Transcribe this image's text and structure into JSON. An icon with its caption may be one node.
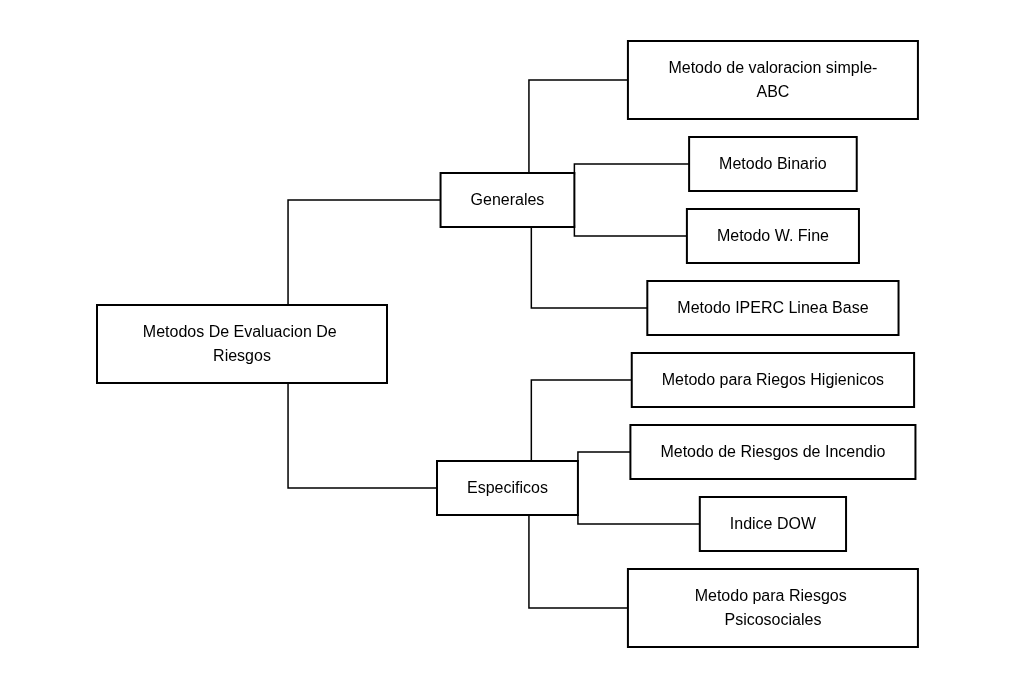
{
  "diagram": {
    "nodes": [
      {
        "text": [
          "Metodos De Evaluacion De Riesgos"
        ]
      },
      {
        "text": [
          "Generales"
        ]
      },
      {
        "text": [
          "Especificos"
        ]
      },
      {
        "text": [
          "Metodo de valoracion simple-ABC"
        ]
      },
      {
        "text": [
          "Metodo Binario"
        ]
      },
      {
        "text": [
          "Metodo W. Fine"
        ]
      },
      {
        "text": [
          "Metodo IPERC Linea Base"
        ]
      },
      {
        "text": [
          "Metodo para Riegos Higienicos"
        ]
      },
      {
        "text": [
          "Metodo de Riesgos de Incendio"
        ]
      },
      {
        "text": [
          "Indice DOW"
        ]
      },
      {
        "text": [
          "Metodo para Riesgos Psicosociales"
        ]
      }
    ],
    "edges": [
      {
        "from": 0,
        "to": 1,
        "arrow": "none"
      },
      {
        "from": 0,
        "to": 2,
        "arrow": "none"
      },
      {
        "from": 1,
        "to": 3,
        "arrow": "none"
      },
      {
        "from": 1,
        "to": 4,
        "arrow": "none"
      },
      {
        "from": 1,
        "to": 5,
        "arrow": "none"
      },
      {
        "from": 1,
        "to": 6,
        "arrow": "none"
      },
      {
        "from": 2,
        "to": 7,
        "arrow": "none"
      },
      {
        "from": 2,
        "to": 8,
        "arrow": "none"
      },
      {
        "from": 2,
        "to": 9,
        "arrow": "none"
      },
      {
        "from": 2,
        "to": 10,
        "arrow": "none"
      }
    ]
  }
}
